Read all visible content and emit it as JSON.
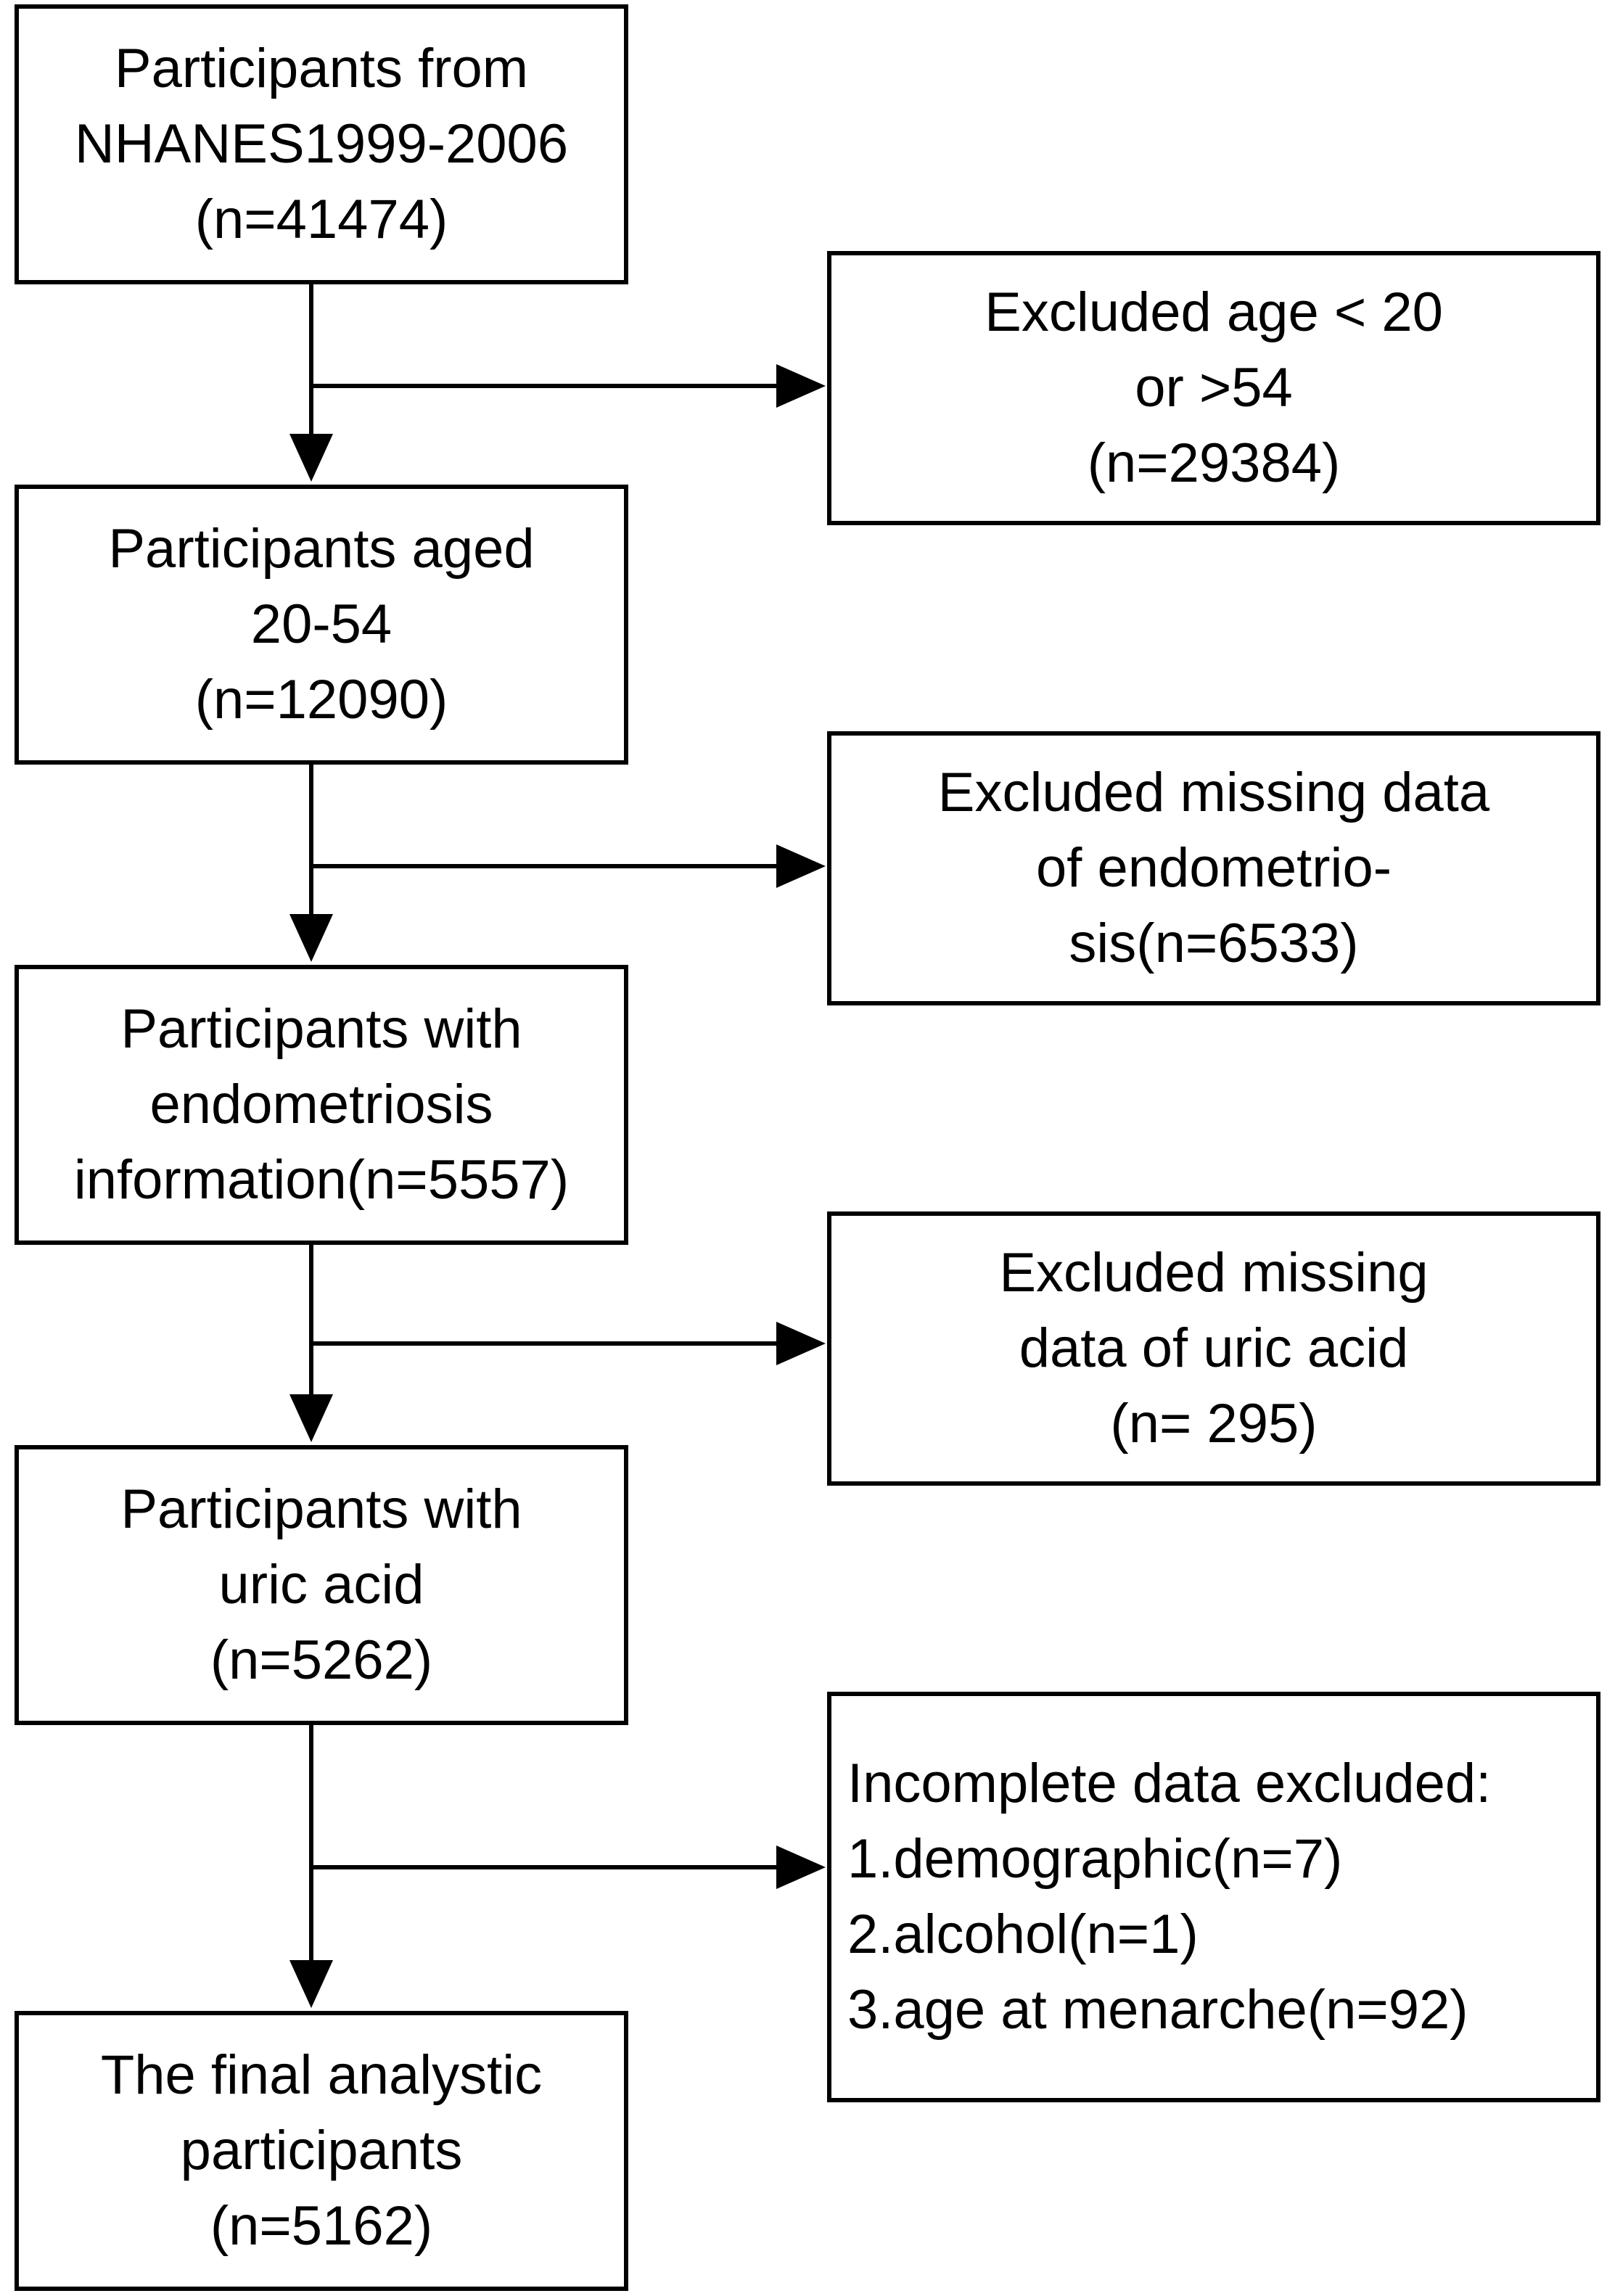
{
  "flow_boxes": [
    {
      "lines": [
        "Participants from",
        "NHANES1999-2006",
        "(n=41474)"
      ]
    },
    {
      "lines": [
        "Participants aged",
        "20-54",
        "(n=12090)"
      ]
    },
    {
      "lines": [
        "Participants with",
        "endometriosis",
        "information(n=5557)"
      ]
    },
    {
      "lines": [
        "Participants with",
        "uric acid",
        "(n=5262)"
      ]
    },
    {
      "lines": [
        "The final analystic",
        "participants",
        "(n=5162)"
      ]
    }
  ],
  "exclusion_boxes": [
    {
      "lines": [
        "Excluded age < 20",
        "or >54",
        "(n=29384)"
      ]
    },
    {
      "lines": [
        "Excluded missing data",
        "of endometrio-",
        "sis(n=6533)"
      ]
    },
    {
      "lines": [
        "Excluded missing",
        "data of uric acid",
        "(n= 295)"
      ]
    },
    {
      "lines": [
        "Incomplete data excluded:",
        "1.demographic(n=7)",
        "2.alcohol(n=1)",
        "3.age at menarche(n=92)"
      ]
    }
  ]
}
